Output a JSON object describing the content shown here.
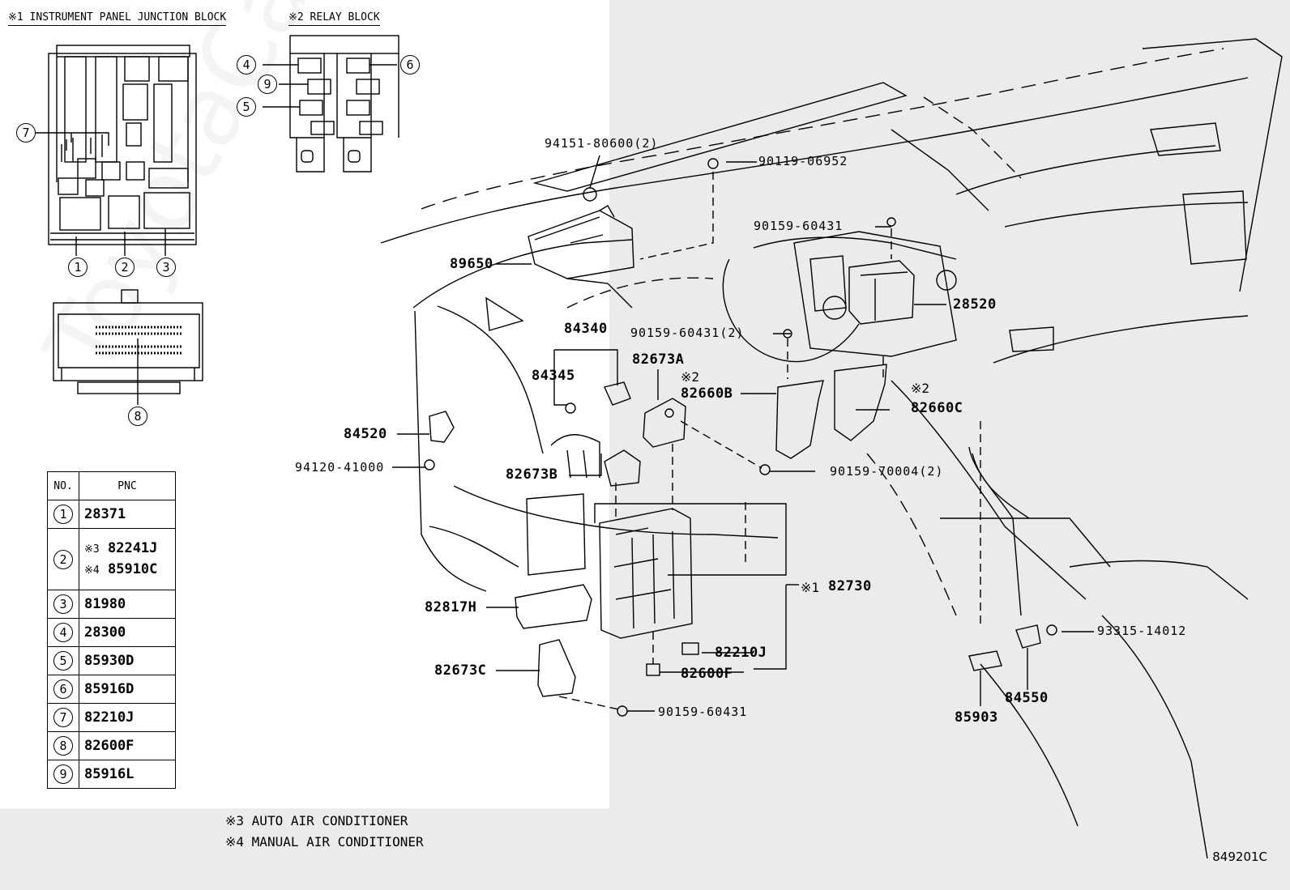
{
  "headers": {
    "jb": "※1  INSTRUMENT PANEL JUNCTION BLOCK",
    "rb": "※2  RELAY BLOCK"
  },
  "circles": [
    "1",
    "2",
    "3",
    "4",
    "5",
    "6",
    "7",
    "8",
    "9"
  ],
  "parts": {
    "p94151": "94151-80600(2)",
    "p90119": "90119-06952",
    "p90159a": "90159-60431",
    "p89650": "89650",
    "p28520": "28520",
    "p84340": "84340",
    "p90159b": "90159-60431(2)",
    "p82673A": "82673A",
    "p84345": "84345",
    "p82660B": "82660B",
    "p82660C": "82660C",
    "p84520": "84520",
    "p94120": "94120-41000",
    "p90159c": "90159-70004(2)",
    "p82673B": "82673B",
    "p82730": "82730",
    "p82817H": "82817H",
    "p93315": "93315-14012",
    "p82210J": "82210J",
    "p82673C": "82673C",
    "p82600F": "82600F",
    "p84550": "84550",
    "p85903": "85903",
    "p90159d": "90159-60431"
  },
  "marks": {
    "m1": "※1",
    "m2a": "※2",
    "m2b": "※2"
  },
  "table": {
    "col_no": "NO.",
    "col_pnc": "PNC",
    "rows": [
      {
        "no": "1",
        "pnc": "28371"
      },
      {
        "no": "2",
        "pnc": "82241J",
        "note": "※3",
        "pnc2": "85910C",
        "note2": "※4"
      },
      {
        "no": "3",
        "pnc": "81980"
      },
      {
        "no": "4",
        "pnc": "28300"
      },
      {
        "no": "5",
        "pnc": "85930D"
      },
      {
        "no": "6",
        "pnc": "85916D"
      },
      {
        "no": "7",
        "pnc": "82210J"
      },
      {
        "no": "8",
        "pnc": "82600F"
      },
      {
        "no": "9",
        "pnc": "85916L"
      }
    ]
  },
  "footnotes": {
    "n3": "※3 AUTO AIR CONDITIONER",
    "n4": "※4 MANUAL AIR CONDITIONER"
  },
  "code": "849201C",
  "watermark": "ToyotaCarMine.ru"
}
